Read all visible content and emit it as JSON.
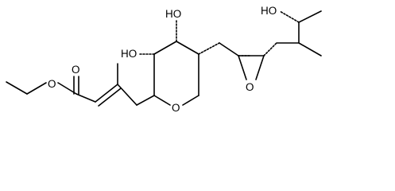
{
  "structure": {
    "labels": {
      "oh_top_ring": "HO",
      "oh_left_ring": "HO",
      "oh_side_chain": "HO",
      "o_carbonyl": "O",
      "o_ester": "O",
      "o_ring": "O",
      "o_epoxide": "O"
    }
  }
}
